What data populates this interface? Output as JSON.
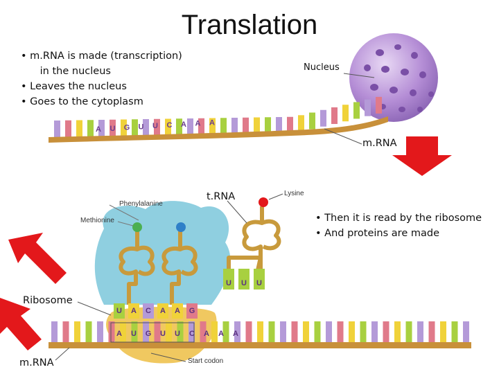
{
  "title": "Translation",
  "intro_bullets": [
    "• m.RNA is made (transcription)",
    "      in the nucleus",
    "• Leaves the nucleus",
    "• Goes to the cytoplasm"
  ],
  "right_bullets": [
    "• Then it is read by the ribosome",
    "• And proteins are made"
  ],
  "labels": {
    "nucleus": "Nucleus",
    "mrna_top": "m.RNA",
    "trna": "t.RNA",
    "lysine": "Lysine",
    "phenylalanine": "Phenylalanine",
    "methionine": "Methionine",
    "ribosome": "Ribosome",
    "mrna_bottom": "m.RNA",
    "start_codon": "Start codon"
  },
  "top_strand_bases": [
    "A",
    "U",
    "G",
    "U",
    "U",
    "C",
    "A",
    "A",
    "A"
  ],
  "anticodons_ribosome": [
    "U",
    "A",
    "C",
    "A",
    "A",
    "G"
  ],
  "bottom_strand_bases": [
    "A",
    "U",
    "G",
    "U",
    "U",
    "C",
    "A",
    "A",
    "A"
  ],
  "trna_free_anticodon": [
    "U",
    "U",
    "U"
  ],
  "colors": {
    "arrow_red": "#e3181b",
    "nucleus_purple": "#b58ed6",
    "ribosome_blue": "#8fcfe0",
    "ribosome_gold": "#f0c860",
    "trna_tan": "#c89a3c",
    "base_A": "#f0d23a",
    "base_U": "#a8d040",
    "base_G": "#e07a8a",
    "base_C": "#b49ad8",
    "backbone": "#c8903a"
  }
}
